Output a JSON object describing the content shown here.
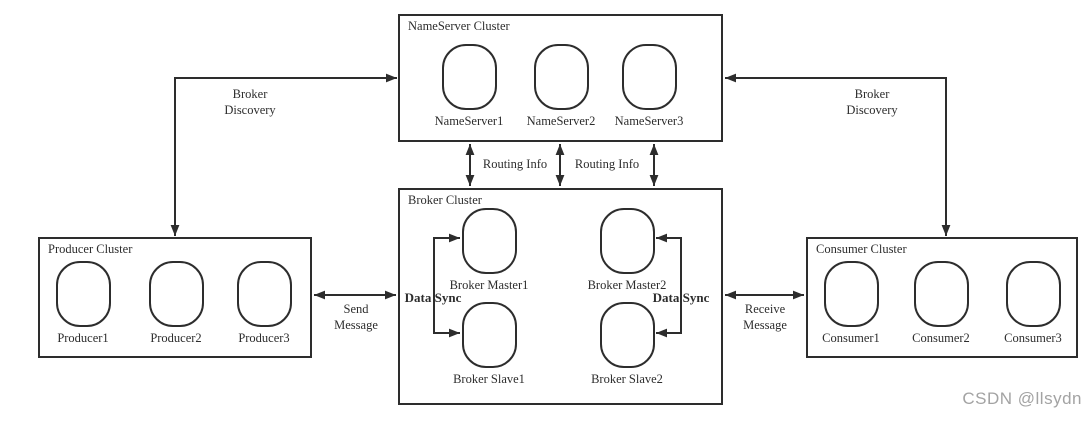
{
  "colors": {
    "line": "#2d2d2d",
    "background": "#ffffff"
  },
  "watermark": {
    "text": "CSDN @llsydn",
    "color": "#a3a3a3"
  },
  "clusters": {
    "nameserver": {
      "title": "NameServer Cluster",
      "nodes": [
        "NameServer1",
        "NameServer2",
        "NameServer3"
      ]
    },
    "broker": {
      "title": "Broker Cluster",
      "nodes": [
        "Broker Master1",
        "Broker Master2",
        "Broker Slave1",
        "Broker Slave2"
      ]
    },
    "producer": {
      "title": "Producer Cluster",
      "nodes": [
        "Producer1",
        "Producer2",
        "Producer3"
      ]
    },
    "consumer": {
      "title": "Consumer Cluster",
      "nodes": [
        "Consumer1",
        "Consumer2",
        "Consumer3"
      ]
    }
  },
  "edge_labels": {
    "broker_discovery_left": {
      "line1": "Broker",
      "line2": "Discovery"
    },
    "broker_discovery_right": {
      "line1": "Broker",
      "line2": "Discovery"
    },
    "routing_info_left": "Routing Info",
    "routing_info_right": "Routing Info",
    "send_message": {
      "line1": "Send",
      "line2": "Message"
    },
    "receive_message": {
      "line1": "Receive",
      "line2": "Message"
    },
    "data_sync_left": "Data Sync",
    "data_sync_right": "Data Sync"
  }
}
